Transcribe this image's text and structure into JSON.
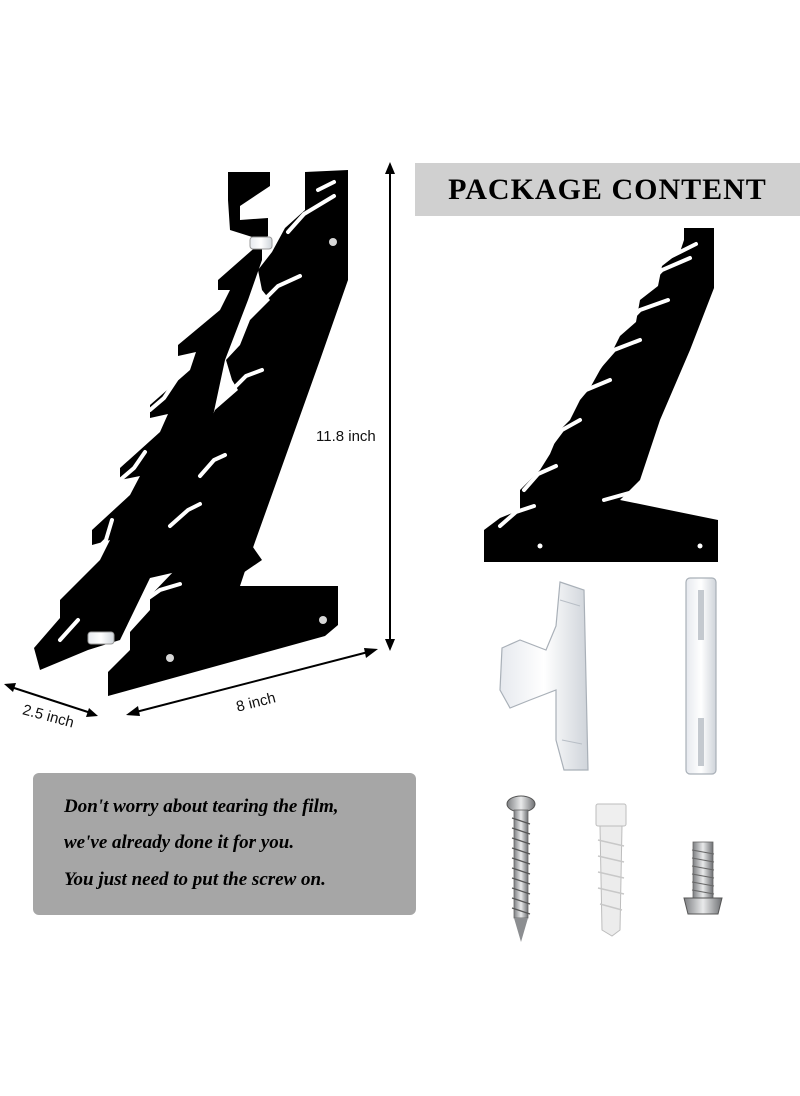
{
  "package": {
    "title": "PACKAGE CONTENT"
  },
  "dimensions": {
    "height": "11.8 inch",
    "width": "8 inch",
    "depth": "2.5 inch"
  },
  "note": {
    "lines": [
      "Don't worry about tearing the film,",
      "we've already done it for you.",
      "You just need to put the screw on."
    ]
  },
  "colors": {
    "panel": "#000000",
    "banner_bg": "#d0d0d0",
    "note_bg": "#a6a6a6"
  },
  "parts": [
    "rack-panel",
    "acrylic-hook",
    "acrylic-rod",
    "wall-screw",
    "wall-anchor",
    "machine-bolt"
  ]
}
